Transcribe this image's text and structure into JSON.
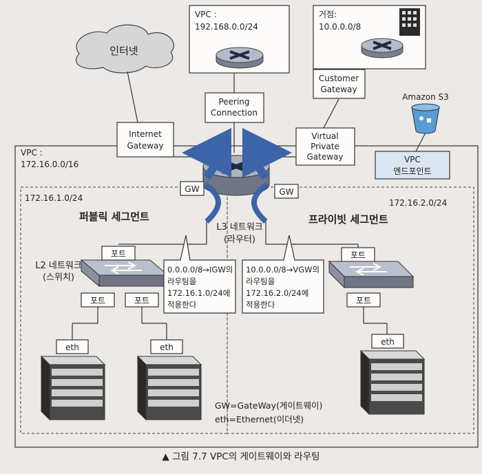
{
  "internet": "인터넷",
  "vpc_peer": {
    "label": "VPC :",
    "cidr": "192.168.0.0/24"
  },
  "site": {
    "label": "거점:",
    "cidr": "10.0.0.0/8"
  },
  "peering": [
    "Peering",
    "Connection"
  ],
  "customer_gateway": [
    "Customer",
    "Gateway"
  ],
  "amazon_s3": "Amazon S3",
  "internet_gateway": [
    "Internet",
    "Gateway"
  ],
  "virtual_private_gateway": [
    "Virtual",
    "Private",
    "Gateway"
  ],
  "vpc_endpoint": [
    "VPC",
    "엔드포인트"
  ],
  "main_vpc": {
    "label": "VPC :",
    "cidr": "172.16.0.0/16"
  },
  "gw_label": "GW",
  "subnet_left": {
    "cidr": "172.16.1.0/24",
    "name": "퍼블릭 세그먼트"
  },
  "subnet_right": {
    "cidr": "172.16.2.0/24",
    "name": "프라이빗 세그먼트"
  },
  "l3_router": [
    "L3 네트워크",
    "(라우터)"
  ],
  "l2_switch": [
    "L2 네트워크",
    "(스위치)"
  ],
  "port_label": "포트",
  "eth_label": "eth",
  "note_left": [
    "0.0.0.0/8→IGW의",
    "라우팅을",
    "172.16.1.0/24에",
    "적용한다"
  ],
  "note_right": [
    "10.0.0.0/8→VGW의",
    "라우팅을",
    "172.16.2.0/24에",
    "적용한다"
  ],
  "legend": [
    "GW=GateWay(게이트웨이)",
    "eth=Ethernet(이더넷)"
  ],
  "caption": "▲ 그림 7.7 VPC의 게이트웨이와 라우팅",
  "colors": {
    "arrow_blue": "#3d64a8",
    "endpoint_fill": "#dce6f2",
    "s3_blue": "#5a9bd4"
  }
}
